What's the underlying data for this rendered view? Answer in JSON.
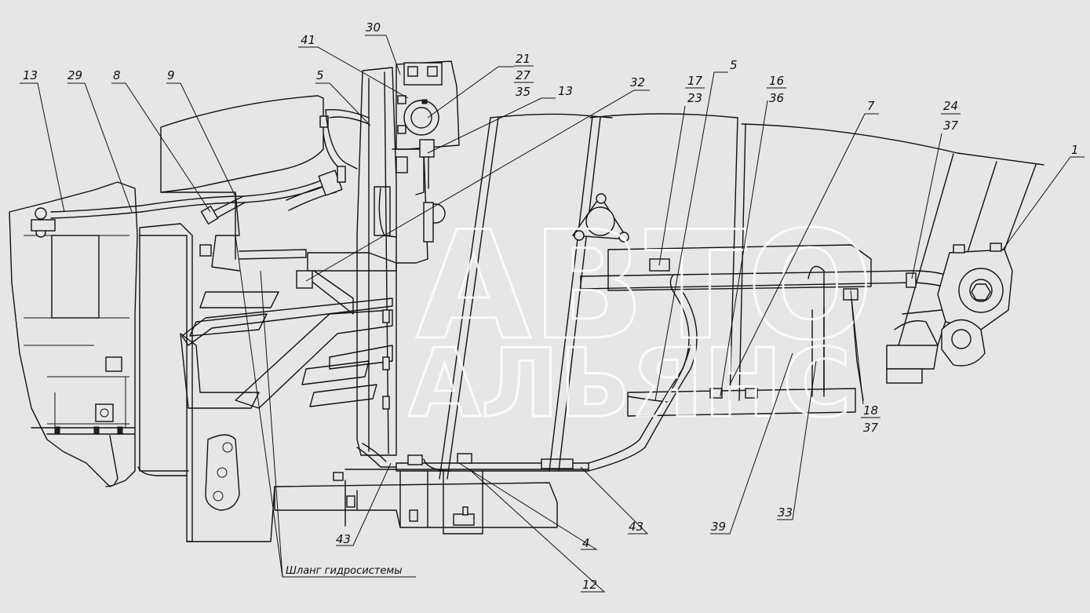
{
  "callouts": [
    "13",
    "29",
    "8",
    "9",
    "5",
    "41",
    "30",
    "21",
    "27",
    "35",
    "13",
    "32",
    "17",
    "23",
    "5",
    "16",
    "36",
    "7",
    "24",
    "37",
    "1",
    "18",
    "37",
    "43",
    "4",
    "12",
    "43",
    "39",
    "33"
  ],
  "caption": "Шланг гидросистемы",
  "watermark": {
    "line1": "АВТО",
    "line2": "АЛЬЯНС"
  }
}
